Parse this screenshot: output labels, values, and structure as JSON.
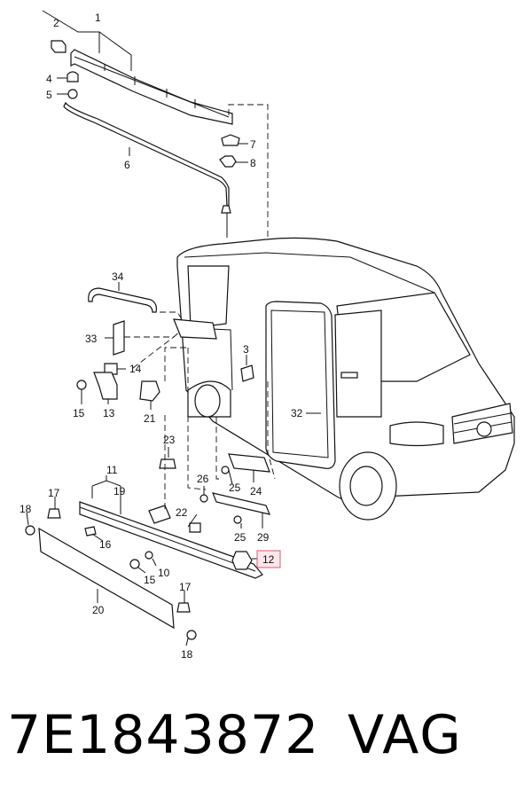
{
  "callouts": {
    "c1": "1",
    "c2": "2",
    "c3": "3",
    "c4": "4",
    "c5": "5",
    "c6": "6",
    "c7": "7",
    "c8": "8",
    "c10": "10",
    "c11": "11",
    "c12": "12",
    "c13": "13",
    "c14": "14",
    "c15a": "15",
    "c15b": "15",
    "c16": "16",
    "c17a": "17",
    "c17b": "17",
    "c18a": "18",
    "c18b": "18",
    "c19": "19",
    "c20": "20",
    "c21": "21",
    "c22": "22",
    "c23": "23",
    "c24": "24",
    "c25a": "25",
    "c25b": "25",
    "c26": "26",
    "c29": "29",
    "c32": "32",
    "c33": "33",
    "c34": "34"
  },
  "highlighted_callout": "12",
  "colors": {
    "highlight_fill": "#fde7ea",
    "highlight_stroke": "#e05a6a",
    "ink": "#111111"
  },
  "footer": {
    "part_number": "7E1843872",
    "brand": "VAG"
  }
}
